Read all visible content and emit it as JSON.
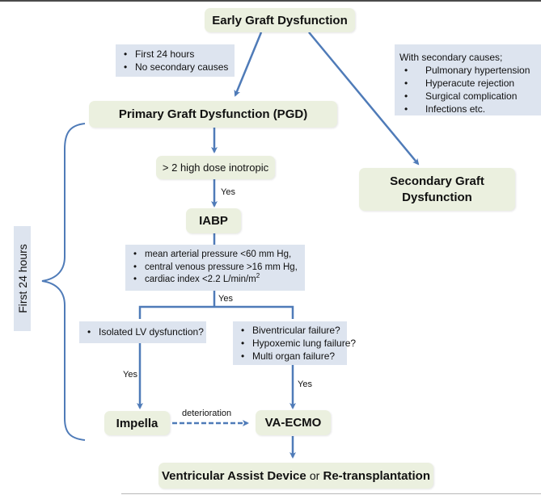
{
  "nodes": {
    "early_graft_dysfunction": "Early Graft Dysfunction",
    "primary_graft_dysfunction": "Primary Graft Dysfunction (PGD)",
    "secondary_graft_dysfunction_line1": "Secondary Graft",
    "secondary_graft_dysfunction_line2": "Dysfunction",
    "inotropic": "> 2 high dose inotropic",
    "iabp": "IABP",
    "impella": "Impella",
    "va_ecmo": "VA-ECMO",
    "final_part1": "Ventricular Assist Device",
    "final_or": "or",
    "final_part2": "Re-transplantation"
  },
  "notes": {
    "primary_criteria": [
      "First 24 hours",
      "No secondary causes"
    ],
    "secondary_causes": {
      "heading": "With secondary causes;",
      "items": [
        "Pulmonary hypertension",
        "Hyperacute rejection",
        "Surgical complication",
        "Infections etc."
      ]
    },
    "hemodynamics": {
      "items": [
        "mean arterial pressure <60 mm Hg,",
        "central venous pressure >16 mm Hg,",
        "cardiac index <2.2 L/min/m"
      ],
      "superscript": "2"
    },
    "isolated_lv": [
      "Isolated LV dysfunction?"
    ],
    "biventricular": [
      "Biventricular failure?",
      "Hypoxemic lung failure?",
      "Multi organ failure?"
    ]
  },
  "edge_labels": {
    "yes_inotropic": "Yes",
    "yes_hemodynamics": "Yes",
    "yes_impella": "Yes",
    "yes_ecmo": "Yes",
    "deterioration": "deterioration"
  },
  "bracket_label": "First  24 hours",
  "colors": {
    "node_fill": "#ebf0df",
    "note_fill": "#dde4ef",
    "arrow": "#4f7bb8"
  }
}
